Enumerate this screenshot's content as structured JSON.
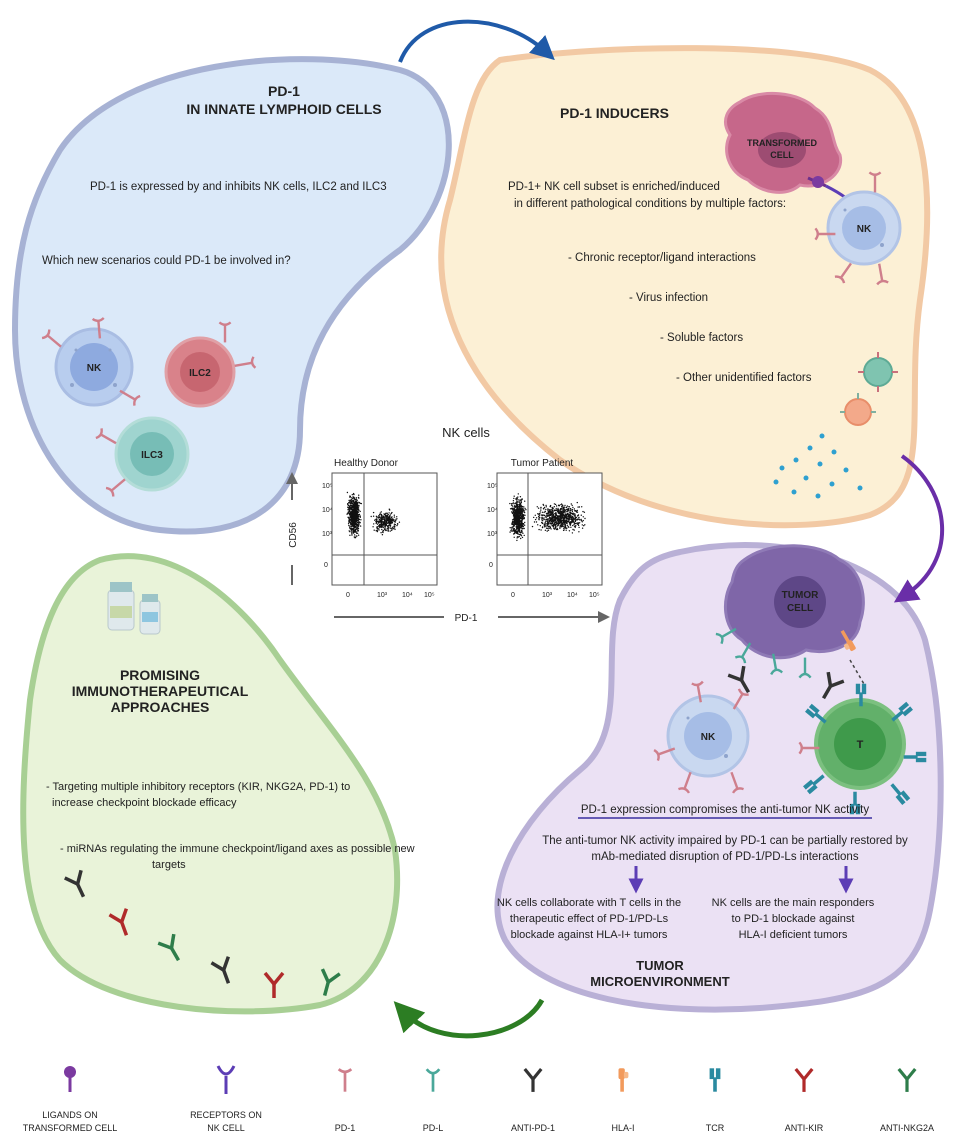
{
  "colors": {
    "innate_fill": "#dbe9f9",
    "innate_border": "#a7b2d4",
    "inducers_fill": "#fcf0d5",
    "inducers_border": "#f2c9a4",
    "tumor_fill": "#ebe1f4",
    "tumor_border": "#b9b0d6",
    "approaches_fill": "#e9f3d9",
    "approaches_border": "#a8cf94",
    "arrow_blue": "#1f5aa8",
    "arrow_purple": "#6a2ea8",
    "arrow_green": "#2c7d23"
  },
  "innate": {
    "title_line1": "PD-1",
    "title_line2": "IN INNATE LYMPHOID CELLS",
    "text1": "PD-1 is expressed by and inhibits NK cells, ILC2 and ILC3",
    "text2": "Which new scenarios could PD-1 be involved in?",
    "cell_nk": "NK",
    "cell_ilc2": "ILC2",
    "cell_ilc3": "ILC3"
  },
  "inducers": {
    "title": "PD-1 INDUCERS",
    "intro_line1": "PD-1+ NK cell subset is enriched/induced",
    "intro_line2": "in different pathological conditions by multiple factors:",
    "factors": [
      "- Chronic receptor/ligand interactions",
      "- Virus infection",
      "- Soluble factors",
      "- Other unidentified factors"
    ],
    "transformed_line1": "TRANSFORMED",
    "transformed_line2": "CELL",
    "cell_nk": "NK"
  },
  "flow": {
    "title": "NK cells",
    "panel1_title": "Healthy Donor",
    "panel2_title": "Tumor Patient",
    "y_axis_label": "CD56",
    "x_axis_label": "PD-1",
    "y_ticks": [
      "10⁵",
      "10⁴",
      "10³",
      "0"
    ],
    "x_ticks": [
      "0",
      "10³",
      "10⁴",
      "10⁵"
    ]
  },
  "approaches": {
    "title_line1": "PROMISING",
    "title_line2": "IMMUNOTHERAPEUTICAL",
    "title_line3": "APPROACHES",
    "item1_line1": "- Targeting multiple inhibitory receptors (KIR, NKG2A, PD-1) to",
    "item1_line2": "increase checkpoint blockade efficacy",
    "item2_line1": "- miRNAs regulating the immune checkpoint/ligand axes as possible new",
    "item2_line2": "targets"
  },
  "tumor": {
    "tumor_cell_line1": "TUMOR",
    "tumor_cell_line2": "CELL",
    "cell_nk": "NK",
    "cell_t": "T",
    "headline": "PD-1 expression compromises the anti-tumor NK activity",
    "text_line1": "The anti-tumor NK activity impaired by PD-1 can be partially restored by",
    "text_line2": "mAb-mediated disruption of PD-1/PD-Ls interactions",
    "left_line1": "NK cells collaborate with T cells in the",
    "left_line2": "therapeutic effect  of PD-1/PD-Ls",
    "left_line3": "blockade against HLA-I+ tumors",
    "right_line1": "NK cells are the main responders",
    "right_line2": "to PD-1 blockade against",
    "right_line3": "HLA-I deficient tumors",
    "title_line1": "TUMOR",
    "title_line2": "MICROENVIRONMENT"
  },
  "legend": [
    {
      "line1": "LIGANDS ON",
      "line2": "TRANSFORMED CELL",
      "icon": "ligand-icon"
    },
    {
      "line1": "RECEPTORS ON",
      "line2": "NK CELL",
      "icon": "receptor-icon"
    },
    {
      "line1": "PD-1",
      "line2": "",
      "icon": "pd1-icon"
    },
    {
      "line1": "PD-L",
      "line2": "",
      "icon": "pdl-icon"
    },
    {
      "line1": "ANTI-PD-1",
      "line2": "",
      "icon": "anti-pd1-icon"
    },
    {
      "line1": "HLA-I",
      "line2": "",
      "icon": "hla-icon"
    },
    {
      "line1": "TCR",
      "line2": "",
      "icon": "tcr-icon"
    },
    {
      "line1": "ANTI-KIR",
      "line2": "",
      "icon": "anti-kir-icon"
    },
    {
      "line1": "ANTI-NKG2A",
      "line2": "",
      "icon": "anti-nkg2a-icon"
    }
  ]
}
